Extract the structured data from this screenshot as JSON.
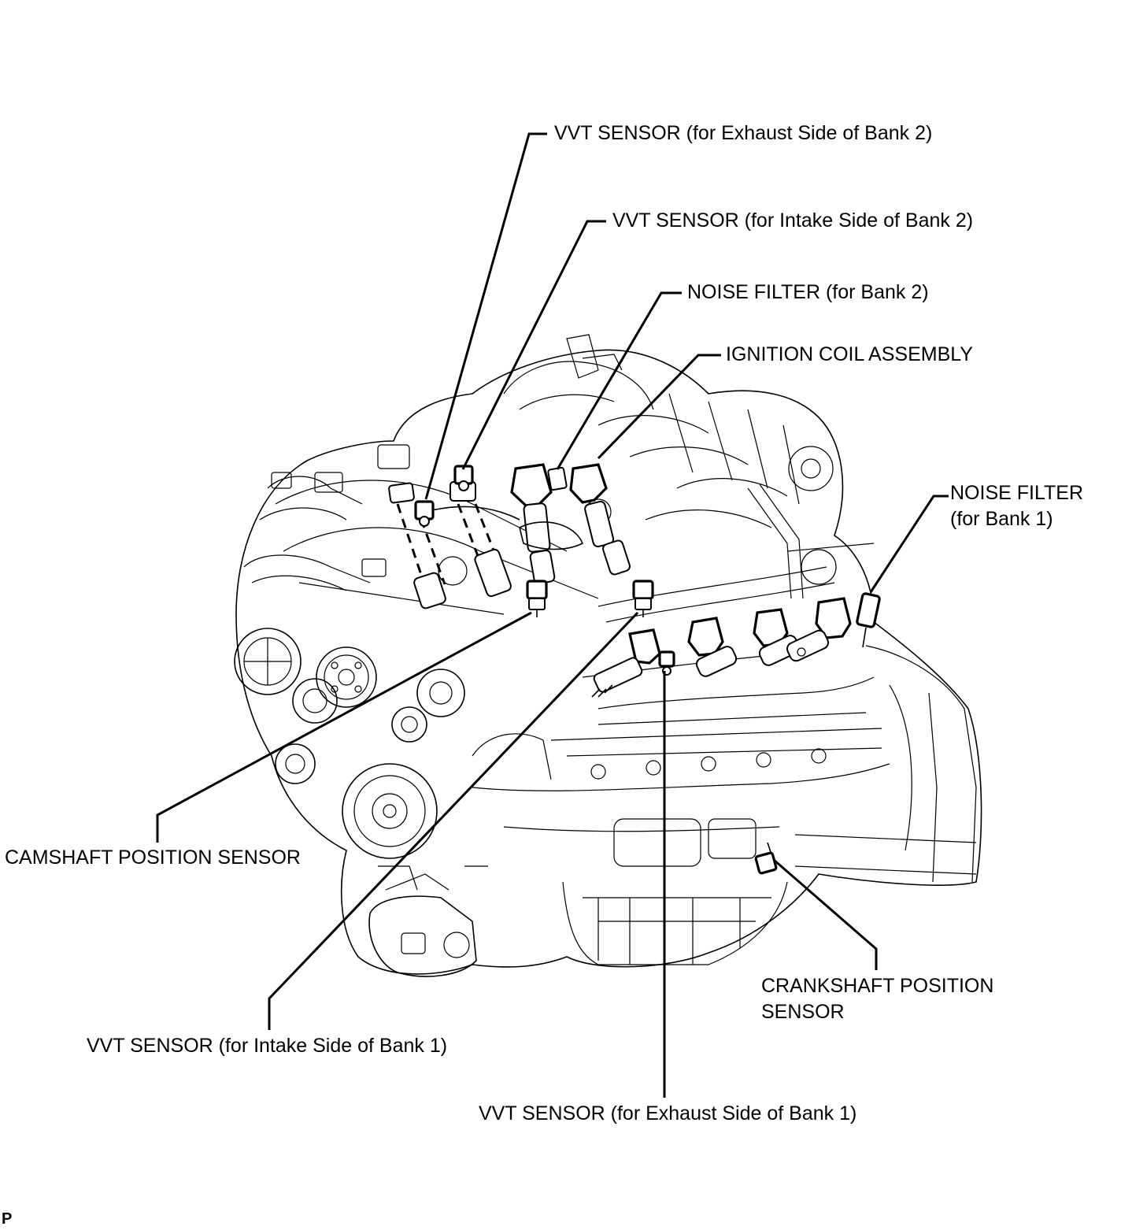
{
  "labels": {
    "vvt_exhaust_bank2": "VVT SENSOR (for Exhaust Side of Bank 2)",
    "vvt_intake_bank2": "VVT SENSOR (for Intake Side of Bank 2)",
    "noise_filter_bank2": "NOISE FILTER (for Bank 2)",
    "ignition_coil": "IGNITION COIL ASSEMBLY",
    "noise_filter_bank1_line1": "NOISE FILTER",
    "noise_filter_bank1_line2": "(for Bank 1)",
    "camshaft_sensor": "CAMSHAFT POSITION SENSOR",
    "crankshaft_sensor_line1": "CRANKSHAFT POSITION",
    "crankshaft_sensor_line2": "SENSOR",
    "vvt_intake_bank1": "VVT SENSOR (for Intake Side of Bank 1)",
    "vvt_exhaust_bank1": "VVT SENSOR (for Exhaust Side of Bank 1)"
  },
  "corner_mark": "P",
  "colors": {
    "line": "#000000",
    "background": "#ffffff"
  }
}
